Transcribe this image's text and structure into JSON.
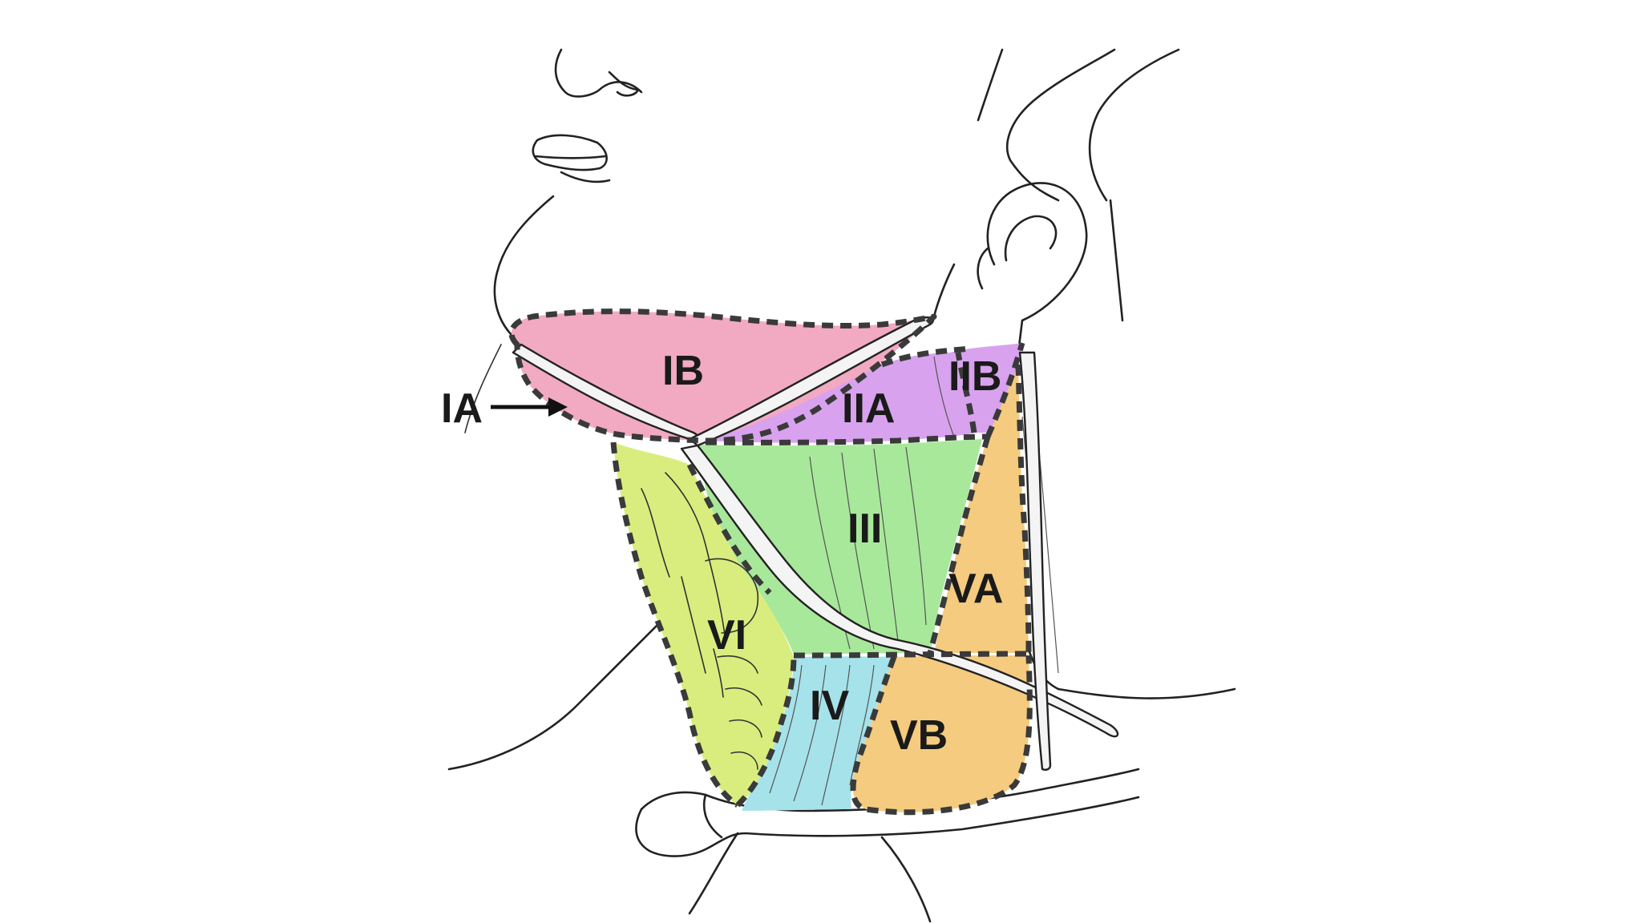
{
  "diagram": {
    "levels": [
      {
        "id": "IA",
        "label": "IA",
        "color": null
      },
      {
        "id": "IB",
        "label": "IB",
        "color": "#f2a9c2"
      },
      {
        "id": "IIA",
        "label": "IIA",
        "color": "#d8a2ee"
      },
      {
        "id": "IIB",
        "label": "IIB",
        "color": "#d8a2ee"
      },
      {
        "id": "III",
        "label": "III",
        "color": "#a8e89a"
      },
      {
        "id": "IV",
        "label": "IV",
        "color": "#a6e2ea"
      },
      {
        "id": "VA",
        "label": "VA",
        "color": "#f4cb7f"
      },
      {
        "id": "VB",
        "label": "VB",
        "color": "#f4cb7f"
      },
      {
        "id": "VI",
        "label": "VI",
        "color": "#d9ed7e"
      }
    ]
  }
}
